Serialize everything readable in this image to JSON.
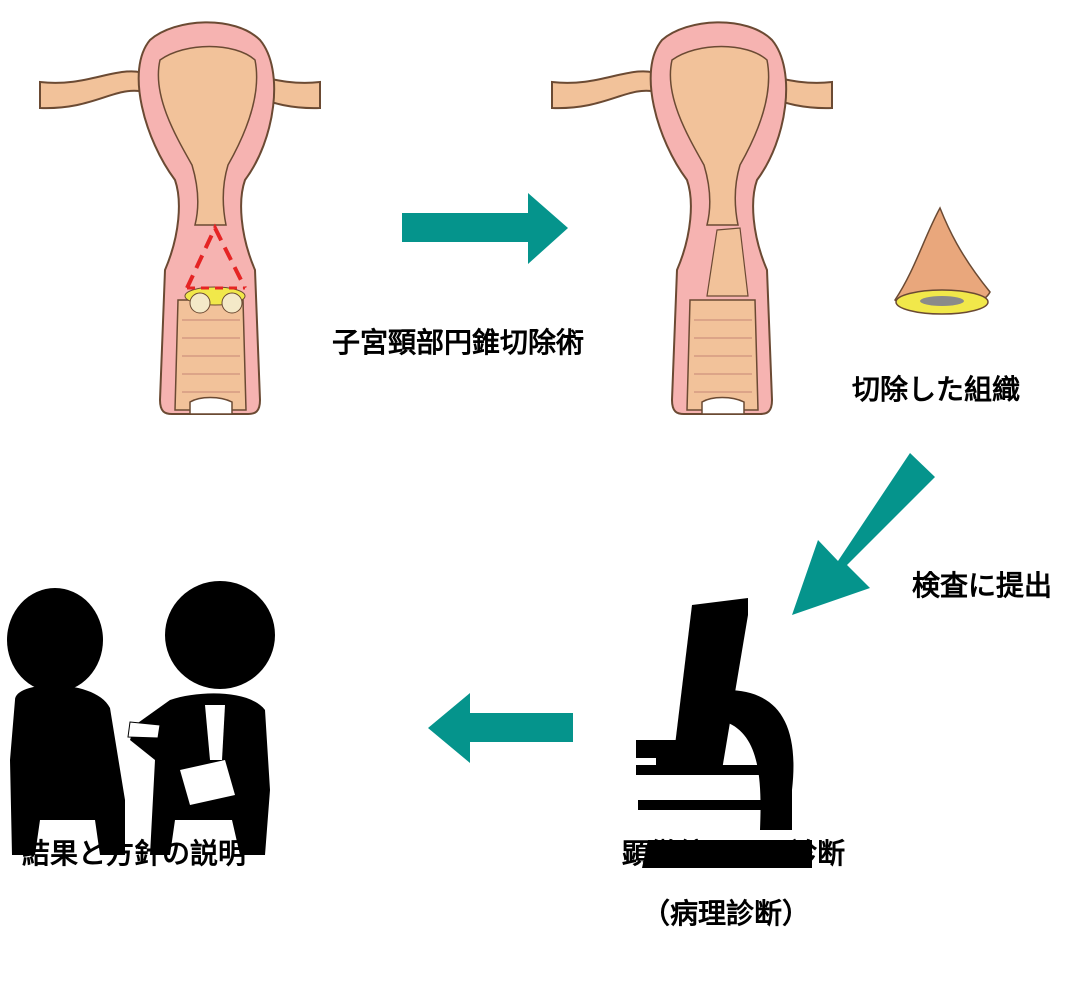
{
  "steps": {
    "surgery_label": "子宮頸部円錐切除術",
    "tissue_label": "切除した組織",
    "submit_label": "検査に提出",
    "microscope_label": "顕微鏡による診断",
    "microscope_sublabel": "（病理診断）",
    "explanation_label": "結果と方針の説明"
  },
  "colors": {
    "arrow": "#05948C",
    "uterus_outer": "#F6B3B1",
    "uterus_inner": "#F2C29A",
    "outline": "#6B4A33",
    "cut_line": "#E52424",
    "lesion": "#F1E84A",
    "silhouette": "#000000"
  },
  "icons": {
    "uterus_before": "uterus-with-cone-outline-icon",
    "uterus_after": "uterus-after-cone-excision-icon",
    "tissue": "excised-cone-tissue-icon",
    "microscope": "microscope-icon",
    "consultation": "doctor-patient-consultation-icon"
  }
}
